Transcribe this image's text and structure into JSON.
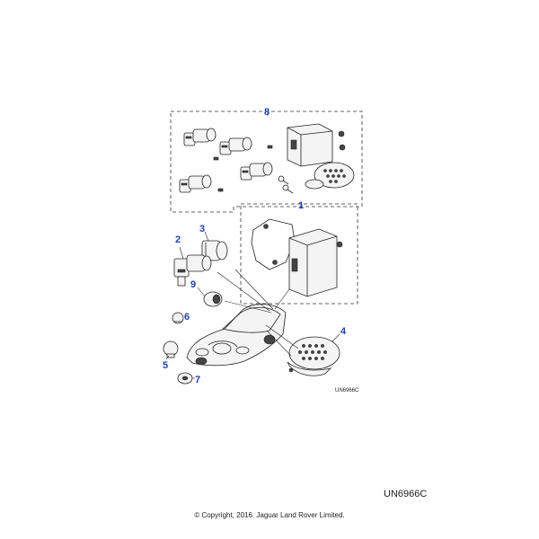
{
  "callouts": [
    "8",
    "1",
    "3",
    "2",
    "9",
    "6",
    "4",
    "5",
    "7"
  ],
  "inner_code": "UN6966C",
  "diagram_code": "UN6966C",
  "copyright": "© Copyright, 2016. Jaguar Land Rover Limited."
}
